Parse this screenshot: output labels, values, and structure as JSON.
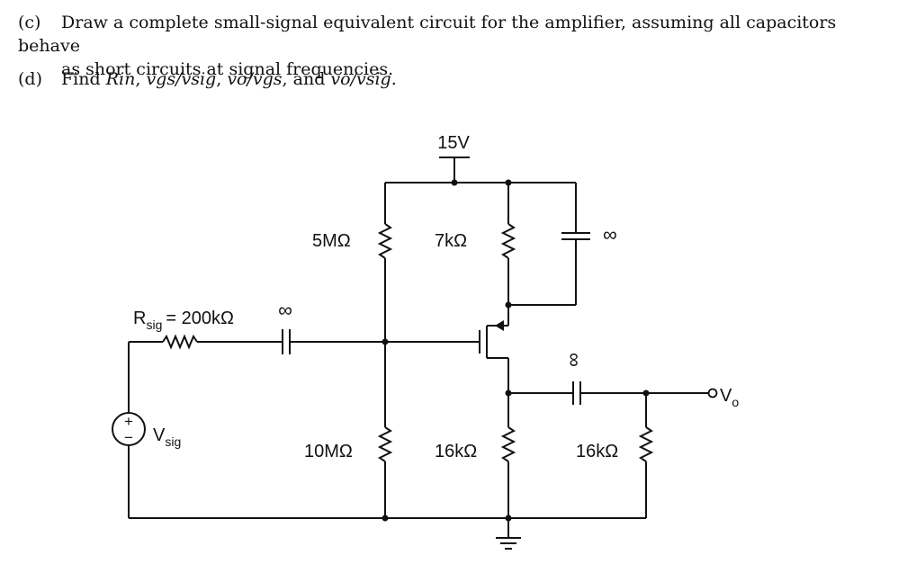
{
  "problem_c": {
    "label": "(c)",
    "line1": "Draw a complete small-signal equivalent circuit for the amplifier, assuming all capacitors behave",
    "line2": "as short circuits at signal frequencies."
  },
  "problem_d": {
    "label": "(d)",
    "find": "Find",
    "rin": "Rin",
    "sep1": ",",
    "gain1": "vgs/vsig",
    "sep2": ",",
    "gain2": "vo/vgs",
    "and": ", and",
    "gain3": "vo/vsig",
    "period": "."
  },
  "circuit": {
    "supply": "15V",
    "r1": "5MΩ",
    "r2": "10MΩ",
    "rd": "7kΩ",
    "rs": "16kΩ",
    "rl": "16kΩ",
    "rsig_base": "R",
    "rsig_sub": "sig",
    "rsig_value": "= 200kΩ",
    "vsig_base": "V",
    "vsig_sub": "sig",
    "vo_base": "V",
    "vo_sub": "o",
    "cap_in": "∞",
    "cap_bypass": "∞",
    "cap_out": "∞",
    "source_plus": "+",
    "source_minus": "−"
  }
}
